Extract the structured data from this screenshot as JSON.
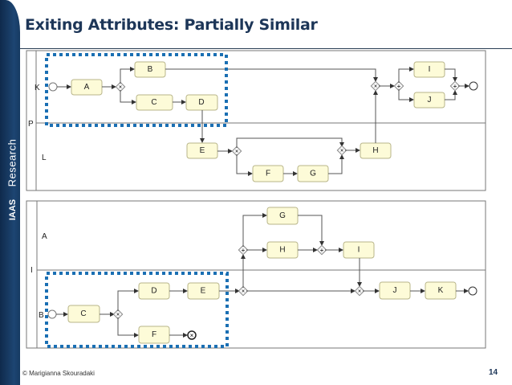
{
  "slide": {
    "title": "Exiting Attributes: Partially Similar",
    "sidebar_text": "Research",
    "logo_text": "IAAS",
    "footer": "© Marigianna Skouradaki",
    "page_number": "14"
  },
  "diagram1": {
    "pool": "P",
    "lanes": [
      "K",
      "L"
    ],
    "tasks": {
      "A": "A",
      "B": "B",
      "C": "C",
      "D": "D",
      "E": "E",
      "F": "F",
      "G": "G",
      "H": "H",
      "I": "I",
      "J": "J"
    }
  },
  "diagram2": {
    "pool": "I",
    "lanes": [
      "A",
      "B"
    ],
    "tasks": {
      "C": "C",
      "D": "D",
      "E": "E",
      "F": "F",
      "G": "G",
      "H": "H",
      "I": "I",
      "J": "J",
      "K": "K"
    }
  },
  "colors": {
    "highlight": "#1a6fb3",
    "sidebar": "#163a62",
    "task_fill": "#fdfbd8"
  }
}
